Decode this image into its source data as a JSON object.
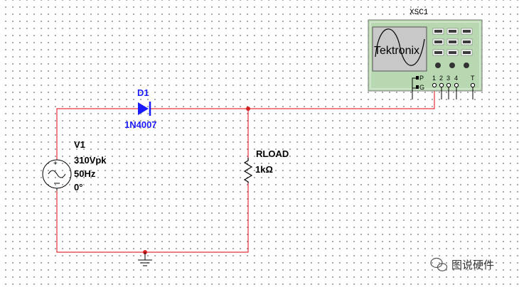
{
  "source": {
    "ref": "V1",
    "amplitude": "310Vpk",
    "frequency": "50Hz",
    "phase": "0°"
  },
  "diode": {
    "ref": "D1",
    "part": "1N4007"
  },
  "load": {
    "ref": "RLOAD",
    "value": "1kΩ"
  },
  "oscilloscope": {
    "ref": "XSC1",
    "brand": "Tektronix",
    "terminals": [
      "P",
      "G",
      "1",
      "2",
      "3",
      "4",
      "T"
    ]
  },
  "watermark": {
    "text": "图说硬件",
    "icon": "wechat-icon"
  },
  "colors": {
    "wire": "#e8303c",
    "component": "#1a1aff",
    "node": "#d42020"
  }
}
